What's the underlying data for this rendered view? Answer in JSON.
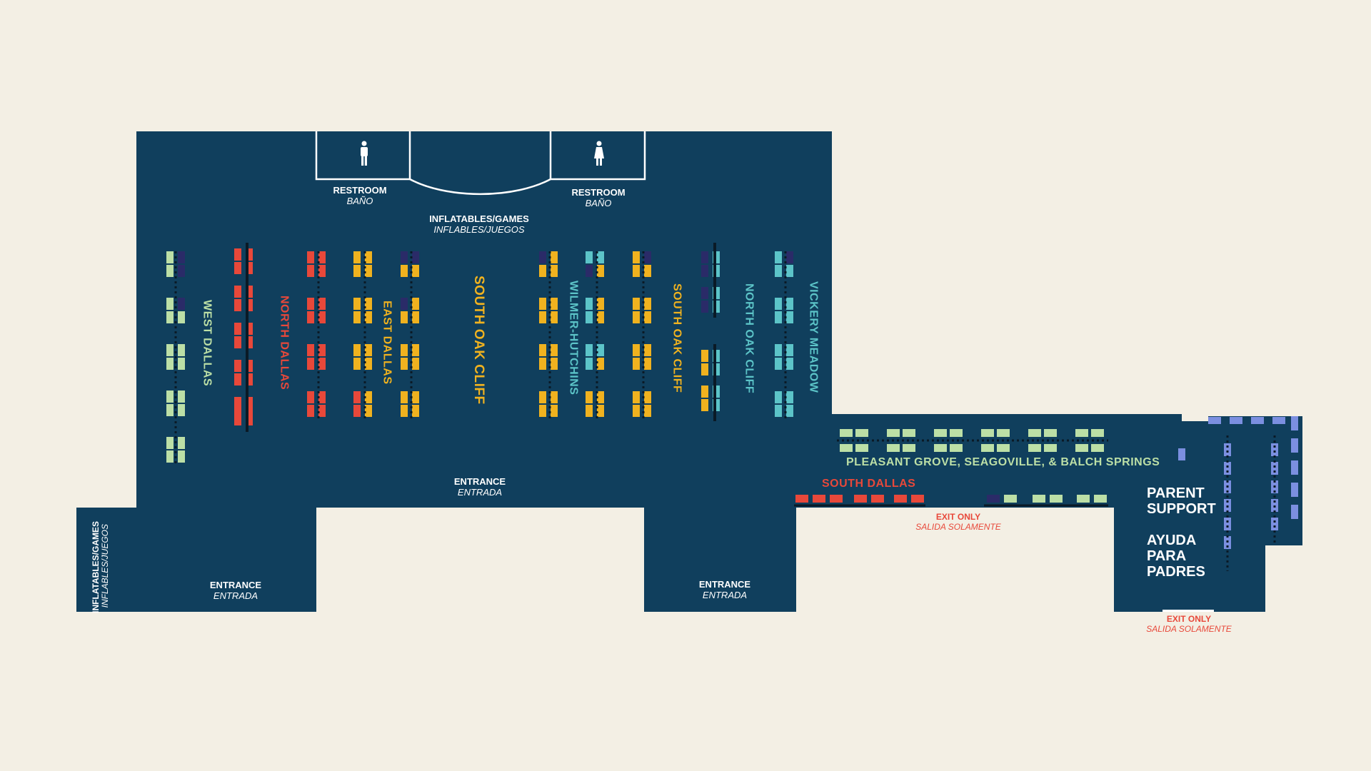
{
  "colors": {
    "background": "#f3efe4",
    "floor": "#103f5d",
    "red": "#e8483a",
    "gold": "#f0b21f",
    "green": "#bcdfa6",
    "teal": "#5cc4c8",
    "navy": "#2a2b68",
    "blue": "#7b8fe0",
    "exit_red": "#e8483a"
  },
  "labels": {
    "restroom_men": {
      "title": "RESTROOM",
      "subtitle": "BAÑO",
      "icon": "men-restroom-icon"
    },
    "restroom_women": {
      "title": "RESTROOM",
      "subtitle": "BAÑO",
      "icon": "women-restroom-icon"
    },
    "inflatables_top": {
      "title": "INFLATABLES/GAMES",
      "subtitle": "INFLABLES/JUEGOS"
    },
    "inflatables_left": {
      "title": "INFLATABLES/GAMES",
      "subtitle": "INFLABLES/JUEGOS"
    },
    "entrance_center": {
      "title": "ENTRANCE",
      "subtitle": "ENTRADA"
    },
    "entrance_left": {
      "title": "ENTRANCE",
      "subtitle": "ENTRADA"
    },
    "entrance_right": {
      "title": "ENTRANCE",
      "subtitle": "ENTRADA"
    },
    "exit_mid": {
      "title": "EXIT ONLY",
      "subtitle": "SALIDA SOLAMENTE"
    },
    "exit_right": {
      "title": "EXIT ONLY",
      "subtitle": "SALIDA SOLAMENTE"
    },
    "parent_support": {
      "line1": "PARENT",
      "line2": "SUPPORT",
      "line3": "AYUDA",
      "line4": "PARA",
      "line5": "PADRES"
    }
  },
  "districts": {
    "west_dallas": "WEST DALLAS",
    "north_dallas": "NORTH DALLAS",
    "east_dallas": "EAST DALLAS",
    "south_oak_cliff_main": "SOUTH OAK CLIFF",
    "wilmer_hutchins": "WILMER-HUTCHINS",
    "south_oak_cliff_secondary": "SOUTH OAK CLIFF",
    "north_oak_cliff": "NORTH OAK CLIFF",
    "vickery_meadow": "VICKERY MEADOW",
    "pleasant_grove": "PLEASANT GROVE, SEAGOVILLE, & BALCH SPRINGS",
    "south_dallas": "SOUTH DALLAS"
  }
}
